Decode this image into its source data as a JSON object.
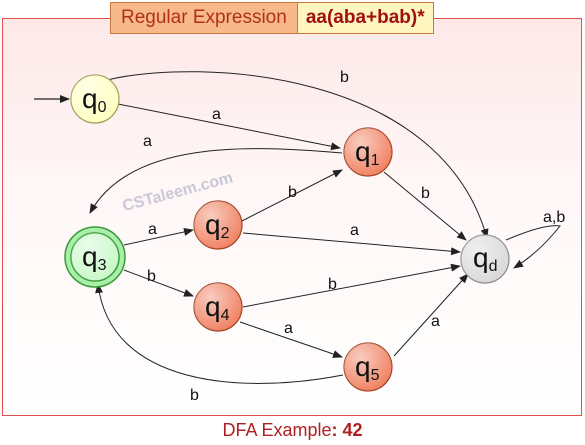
{
  "header": {
    "label": "Regular Expression",
    "regex": "aa(aba+bab)*"
  },
  "watermark": "CSTaleem.com",
  "caption": {
    "prefix": "DFA Example",
    "separator": ": ",
    "number": "42"
  },
  "states": [
    {
      "id": "q0",
      "main": "q",
      "sub": "0",
      "fill": "#ffffc0",
      "accept": false,
      "start": true
    },
    {
      "id": "q1",
      "main": "q",
      "sub": "1",
      "fill": "#f08060",
      "accept": false
    },
    {
      "id": "q2",
      "main": "q",
      "sub": "2",
      "fill": "#f08060",
      "accept": false
    },
    {
      "id": "q3",
      "main": "q",
      "sub": "3",
      "fill": "#a8f0a8",
      "accept": true
    },
    {
      "id": "q4",
      "main": "q",
      "sub": "4",
      "fill": "#f08060",
      "accept": false
    },
    {
      "id": "q5",
      "main": "q",
      "sub": "5",
      "fill": "#f08060",
      "accept": false
    },
    {
      "id": "qd",
      "main": "q",
      "sub": "d",
      "fill": "#d8d8d8",
      "accept": false
    }
  ],
  "edges": [
    {
      "from": "q0",
      "to": "q1",
      "label": "a"
    },
    {
      "from": "q0",
      "to": "qd",
      "label": "b"
    },
    {
      "from": "q1",
      "to": "q3",
      "label": "a"
    },
    {
      "from": "q1",
      "to": "qd",
      "label": "b"
    },
    {
      "from": "q3",
      "to": "q2",
      "label": "a"
    },
    {
      "from": "q3",
      "to": "q4",
      "label": "b"
    },
    {
      "from": "q2",
      "to": "q1",
      "label": "b"
    },
    {
      "from": "q2",
      "to": "qd",
      "label": "a"
    },
    {
      "from": "q4",
      "to": "q5",
      "label": "a"
    },
    {
      "from": "q4",
      "to": "qd",
      "label": "b"
    },
    {
      "from": "q5",
      "to": "q3",
      "label": "b"
    },
    {
      "from": "q5",
      "to": "qd",
      "label": "a"
    },
    {
      "from": "qd",
      "to": "qd",
      "label": "a,b"
    }
  ]
}
